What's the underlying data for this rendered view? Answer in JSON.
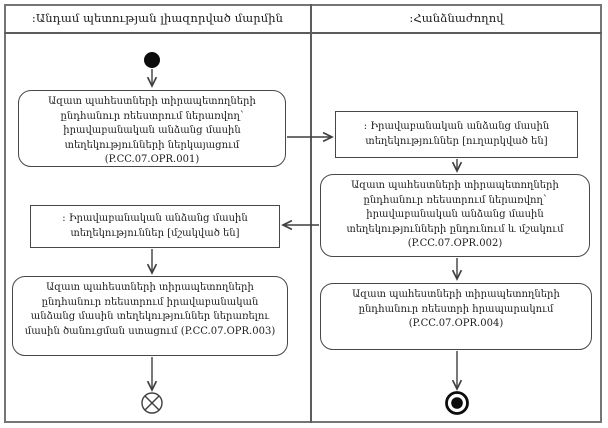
{
  "lanes": [
    {
      "id": "authorized-body",
      "title": ":Անդամ պետության լիազորված մարմին"
    },
    {
      "id": "commission",
      "title": ":Հանձնաժողով"
    }
  ],
  "nodes": {
    "initial": {
      "type": "initial-node"
    },
    "opr001": {
      "type": "action",
      "label": "Ազատ պահեստների տիրապետողների ընդհանուր ռեեստրում ներառվող՝ իրավաբանական անձանց մասին տեղեկությունների ներկայացում (P.CC.07.OPR.001)"
    },
    "info_sent": {
      "type": "object-node",
      "label": ": Իրավաբանական անձանց մասին տեղեկություններ [ուղարկված են]"
    },
    "opr002": {
      "type": "action",
      "label": "Ազատ պահեստների տիրապետողների ընդհանուր ռեեստրում ներառվող՝ իրավաբանական անձանց մասին տեղեկությունների ընդունում և մշակում (P.CC.07.OPR.002)"
    },
    "info_processed": {
      "type": "object-node",
      "label": ": Իրավաբանական անձանց մասին տեղեկություններ [մշակված են]"
    },
    "opr003": {
      "type": "action",
      "label": "Ազատ պահեստների տիրապետողների ընդհանուր ռեեստրում իրավաբանական անձանց մասին տեղեկություններ ներառելու մասին ծանուցման ստացում (P.CC.07.OPR.003)"
    },
    "opr004": {
      "type": "action",
      "label": "Ազատ պահեստների տիրապետողների ընդհանուր ռեեստրի հրապարակում (P.CC.07.OPR.004)"
    },
    "flow_final": {
      "type": "flow-final-node"
    },
    "activity_final": {
      "type": "activity-final-node"
    }
  },
  "colors": {
    "frame": "#757575",
    "line": "#3f3f3f",
    "text": "#1c1c1c",
    "background": "#ffffff",
    "node_fill": "#0d0d0d"
  }
}
